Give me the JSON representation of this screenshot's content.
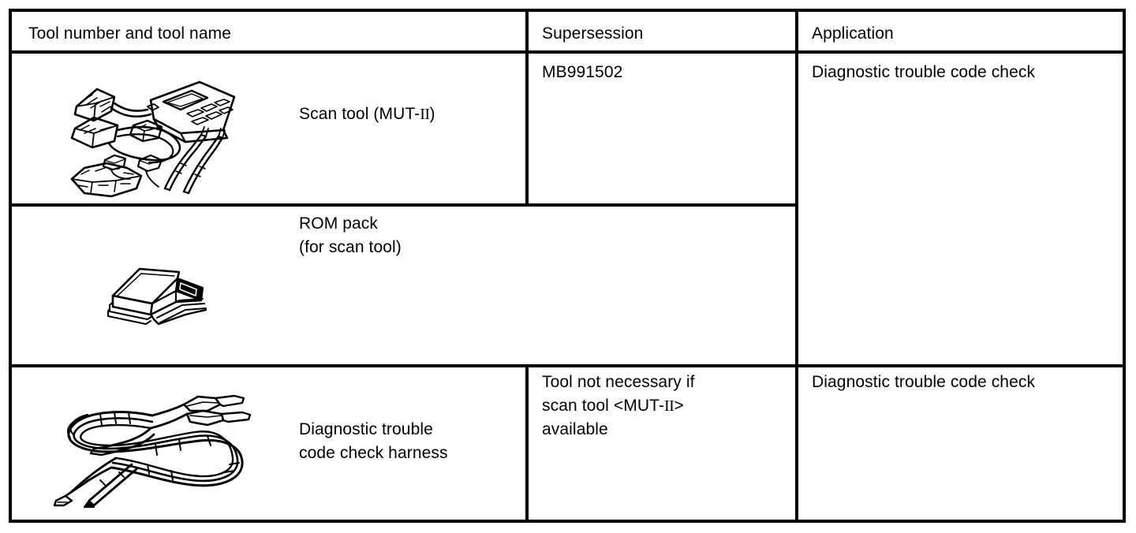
{
  "table": {
    "headers": [
      {
        "label": "Tool number and tool name"
      },
      {
        "label": "Supersession"
      },
      {
        "label": "Application"
      }
    ],
    "rows": [
      {
        "id": "scan-tool",
        "illustration": "scan-tool-illustration",
        "tool_name": "Scan tool (MUT-",
        "tool_name_numeral": "II",
        "tool_name_suffix": ")",
        "supersession": "MB991502",
        "application": "Diagnostic trouble code check"
      },
      {
        "id": "rom-pack",
        "illustration": "rom-pack-illustration",
        "tool_name": "ROM pack\n(for scan tool)",
        "supersession": "",
        "application": ""
      },
      {
        "id": "diagnostic-trouble-code-check-harness",
        "illustration": "harness-illustration",
        "tool_name": "Diagnostic trouble\ncode check harness",
        "supersession_line1": "Tool not necessary if",
        "supersession_line2_prefix": "scan tool <MUT-",
        "supersession_line2_numeral": "II",
        "supersession_line2_suffix": ">",
        "supersession_line3": "available",
        "application": "Diagnostic trouble code check"
      }
    ]
  },
  "colors": {
    "ink": "#000000",
    "paper": "#ffffff"
  }
}
